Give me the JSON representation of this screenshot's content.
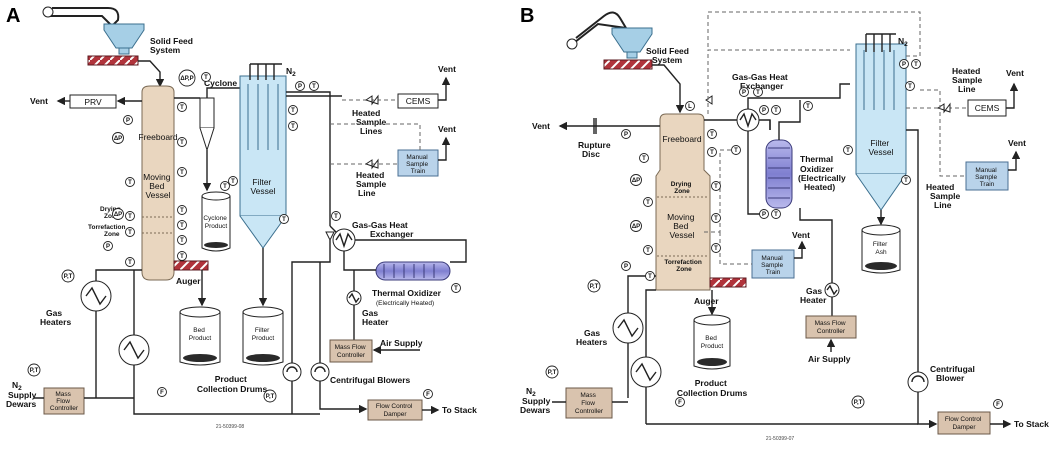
{
  "panels": [
    {
      "letter": "A",
      "labels": {
        "solid_feed": [
          "Solid Feed",
          "System"
        ],
        "cyclone": "Cyclone",
        "n2_top": "N",
        "vent_left": "Vent",
        "prv": "PRV",
        "freeboard": "Freeboard",
        "moving_bed": [
          "Moving",
          "Bed",
          "Vessel"
        ],
        "drying_zone": [
          "Drying",
          "Zone"
        ],
        "torrefaction_zone": [
          "Torrefaction",
          "Zone"
        ],
        "auger": "Auger",
        "cyclone_product": [
          "Cyclone",
          "Product"
        ],
        "filter_vessel": [
          "Filter",
          "Vessel"
        ],
        "cems": "CEMS",
        "vent_cems": "Vent",
        "heated_sample_lines": [
          "Heated",
          "Sample",
          "Lines"
        ],
        "vent_manual": "Vent",
        "manual_sample_train": [
          "Manual",
          "Sample",
          "Train"
        ],
        "heated_sample_line": [
          "Heated",
          "Sample",
          "Line"
        ],
        "gas_gas_hx": [
          "Gas-Gas Heat",
          "Exchanger"
        ],
        "thermal_oxidizer": "Thermal Oxidizer",
        "thermal_oxidizer_sub": "(Electrically Heated)",
        "gas_heater": [
          "Gas",
          "Heater"
        ],
        "gas_heaters": [
          "Gas",
          "Heaters"
        ],
        "bed_product": [
          "Bed",
          "Product"
        ],
        "filter_product": [
          "Filter",
          "Product"
        ],
        "product_collection": [
          "Product",
          "Collection Drums"
        ],
        "mass_flow_controller_air": [
          "Mass Flow",
          "Controller"
        ],
        "air_supply": "Air Supply",
        "centrifugal_blowers": "Centrifugal Blowers",
        "n2_supply": [
          "N",
          "Supply",
          "Dewars"
        ],
        "mass_flow_controller_n2": [
          "Mass",
          "Flow",
          "Controller"
        ],
        "flow_control_damper": [
          "Flow Control",
          "Damper"
        ],
        "to_stack": "To Stack",
        "fig_code": "21-50399-08"
      }
    },
    {
      "letter": "B",
      "labels": {
        "solid_feed": [
          "Solid Feed",
          "System"
        ],
        "vent_left": "Vent",
        "rupture_disc": [
          "Rupture",
          "Disc"
        ],
        "freeboard": "Freeboard",
        "drying_zone": [
          "Drying",
          "Zone"
        ],
        "moving_bed": [
          "Moving",
          "Bed",
          "Vessel"
        ],
        "torrefaction_zone": [
          "Torrefaction",
          "Zone"
        ],
        "auger": "Auger",
        "gas_gas_hx": [
          "Gas-Gas Heat",
          "Exchanger"
        ],
        "thermal_oxidizer": [
          "Thermal",
          "Oxidizer",
          "(Electrically",
          "Heated)"
        ],
        "n2_top": "N",
        "filter_vessel": [
          "Filter",
          "Vessel"
        ],
        "heated_sample_line_top": [
          "Heated",
          "Sample",
          "Line"
        ],
        "cems": "CEMS",
        "vent_cems": "Vent",
        "vent_manual_right": "Vent",
        "manual_sample_train_right": [
          "Manual",
          "Sample",
          "Train"
        ],
        "heated_sample_line_right": [
          "Heated",
          "Sample",
          "Line"
        ],
        "filter_ash": [
          "Filter",
          "Ash"
        ],
        "vent_manual_mid": "Vent",
        "manual_sample_train_mid": [
          "Manual",
          "Sample",
          "Train"
        ],
        "gas_heater": [
          "Gas",
          "Heater"
        ],
        "mass_flow_controller_air": [
          "Mass Flow",
          "Controller"
        ],
        "air_supply": "Air Supply",
        "bed_product": [
          "Bed",
          "Product"
        ],
        "product_collection": [
          "Product",
          "Collection Drums"
        ],
        "gas_heaters": [
          "Gas",
          "Heaters"
        ],
        "n2_supply": [
          "N",
          "Supply",
          "Dewars"
        ],
        "mass_flow_controller_n2": [
          "Mass",
          "Flow",
          "Controller"
        ],
        "centrifugal_blower": [
          "Centrifugal",
          "Blower"
        ],
        "flow_control_damper": [
          "Flow Control",
          "Damper"
        ],
        "to_stack": "To Stack",
        "fig_code": "21-50399-07"
      }
    }
  ],
  "instrument_tags": {
    "temperature": "T",
    "pressure": "P",
    "differential_pressure": "ΔP",
    "pressure_temperature": "P,T",
    "dp_p": "ΔP,P",
    "flow": "F",
    "level": "L",
    "subscript_two": "2"
  },
  "colors": {
    "vessel_tan": "#e9d6bf",
    "filter_blue": "#c9e6f5",
    "sample_train_blue": "#b9d3ea",
    "controller_tan": "#d9c3ae",
    "auger_red": "#b0333b",
    "feed_hopper_blue": "#a6cfe6",
    "oxidizer_purple": "#8f8fd6"
  }
}
